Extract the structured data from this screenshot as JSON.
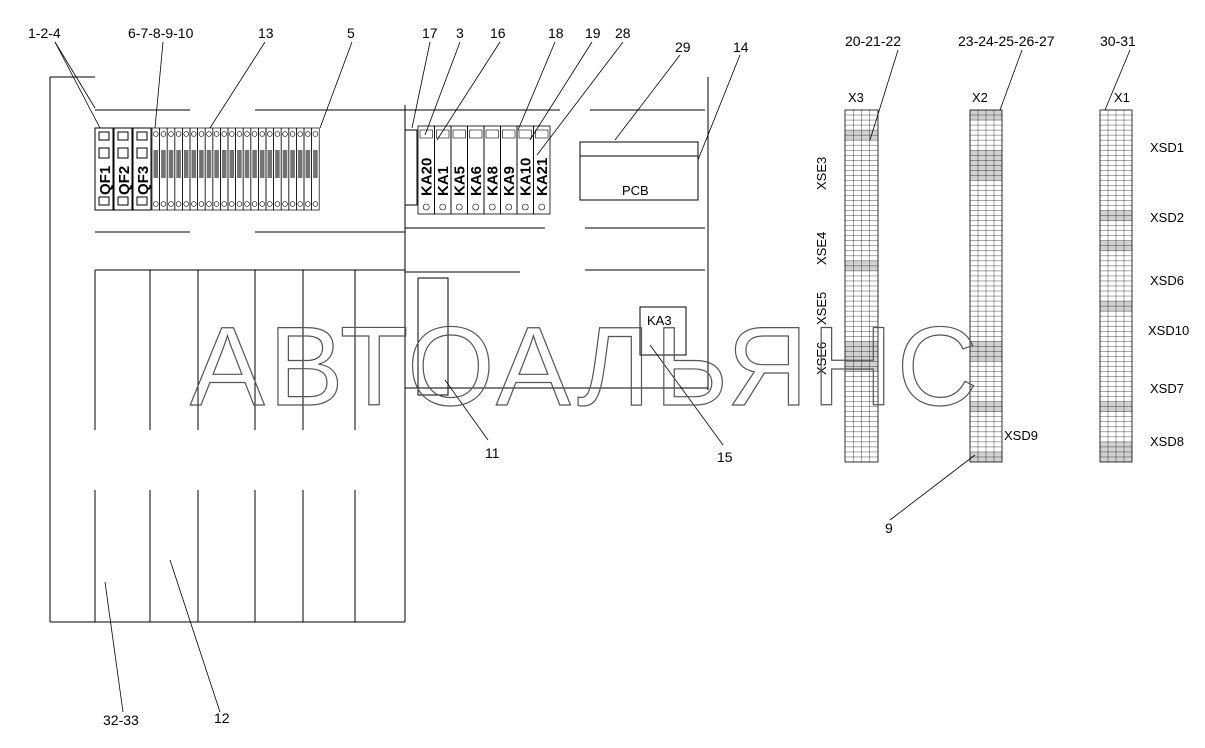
{
  "watermark": "АВТОАЛЬЯНС",
  "callouts": [
    "1-2-4",
    "6-7-8-9-10",
    "13",
    "5",
    "17",
    "3",
    "16",
    "18",
    "19",
    "28",
    "29",
    "14",
    "20-21-22",
    "23-24-25-26-27",
    "30-31",
    "11",
    "15",
    "9",
    "32-33",
    "12"
  ],
  "breakers": [
    "QF1",
    "QF2",
    "QF3"
  ],
  "relays": [
    "KA20",
    "KA1",
    "KA5",
    "KA6",
    "KA8",
    "KA9",
    "KA10",
    "KA21"
  ],
  "relay_ka3": "KA3",
  "pcb_label": "PCB",
  "connectors": {
    "x3": "X3",
    "x2": "X2",
    "x1": "X1",
    "x3_side": [
      "XSE3",
      "XSE4",
      "XSE5",
      "XSE6"
    ],
    "x2_side": [
      "XSD9"
    ],
    "x1_side": [
      "XSD1",
      "XSD2",
      "XSD6",
      "XSD10",
      "XSD7",
      "XSD8"
    ]
  }
}
